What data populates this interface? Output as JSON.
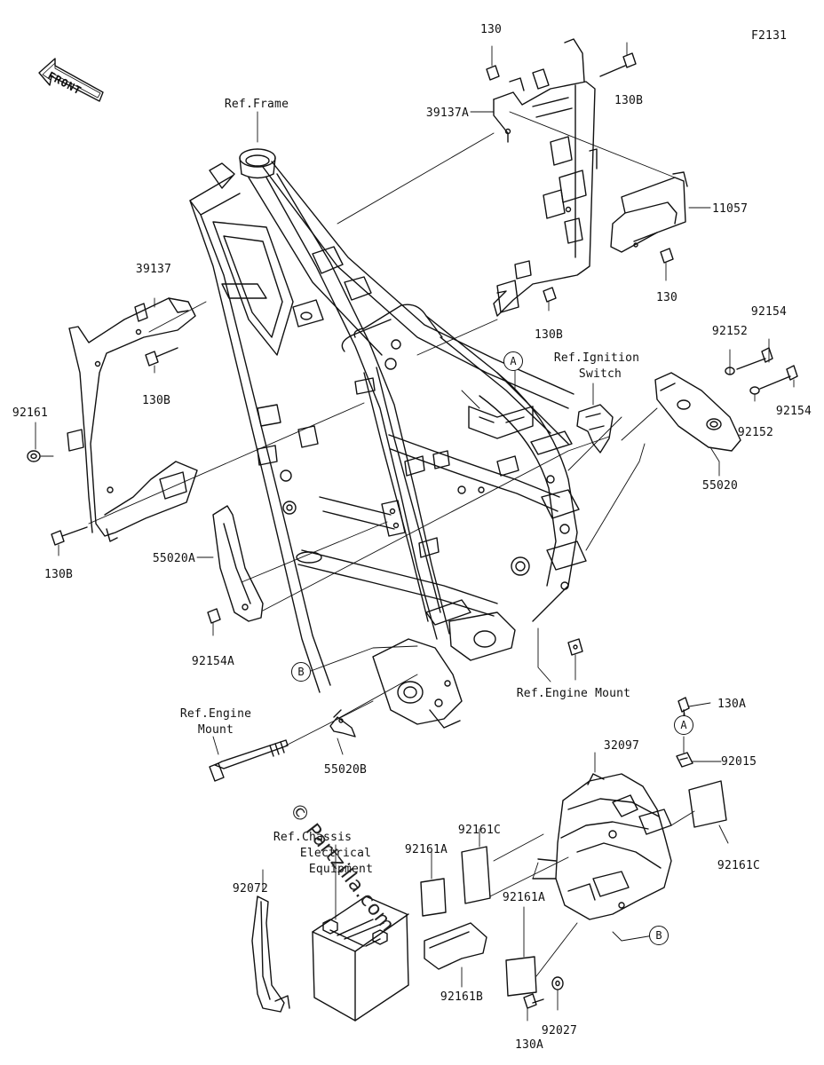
{
  "figure_code": "F2131",
  "front_label": "FRONT",
  "watermark": "© Partzilla.com",
  "colors": {
    "line": "#111111",
    "background": "#ffffff"
  },
  "parts": {
    "p130_top": "130",
    "p130b_top_right": "130B",
    "p39137a": "39137A",
    "ref_frame": "Ref.Frame",
    "p11057": "11057",
    "p130_right": "130",
    "p130b_mid": "130B",
    "p39137": "39137",
    "p130b_left": "130B",
    "p92161": "92161",
    "p130b_bottom_left": "130B",
    "p55020a": "55020A",
    "p92154a": "92154A",
    "p92154_top": "92154",
    "p92152_top": "92152",
    "ref_ignition_1": "Ref.Ignition",
    "ref_ignition_2": "Switch",
    "p92154_right": "92154",
    "p92152_right": "92152",
    "p55020": "55020",
    "ref_engine_mount_right": "Ref.Engine Mount",
    "p130a_top": "130A",
    "ref_engine_mount_left_1": "Ref.Engine",
    "ref_engine_mount_left_2": "Mount",
    "p55020b": "55020B",
    "p32097": "32097",
    "p92015": "92015",
    "ref_chassis_1": "Ref.Chassis",
    "ref_chassis_2": "Electrical",
    "ref_chassis_3": "Equipment",
    "p92161c_left": "92161C",
    "p92161a_left": "92161A",
    "p92161c_right": "92161C",
    "p92072": "92072",
    "p92161a_bottom": "92161A",
    "p92161b": "92161B",
    "p92027": "92027",
    "p130a_bottom": "130A"
  },
  "refs": {
    "a_upper": "A",
    "b_left": "B",
    "a_lower": "A",
    "b_lower": "B"
  }
}
